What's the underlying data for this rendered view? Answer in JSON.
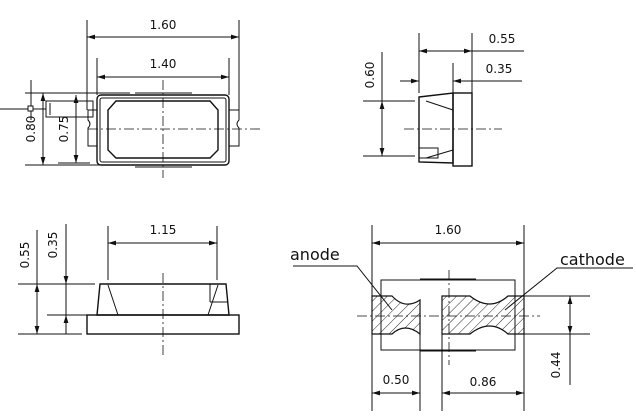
{
  "top_view": {
    "width_total": "1.60",
    "width_body": "1.40",
    "height_total": "0.80",
    "height_body": "0.75"
  },
  "side_view": {
    "depth_total": "0.55",
    "depth_lens": "0.35",
    "height": "0.60"
  },
  "front_view": {
    "top_width": "1.15",
    "height_total": "0.55",
    "height_base": "0.35"
  },
  "bottom_view": {
    "width_total": "1.60",
    "anode_label": "anode",
    "cathode_label": "cathode",
    "pad_height": "0.44",
    "anode_width": "0.50",
    "cathode_width": "0.86"
  }
}
